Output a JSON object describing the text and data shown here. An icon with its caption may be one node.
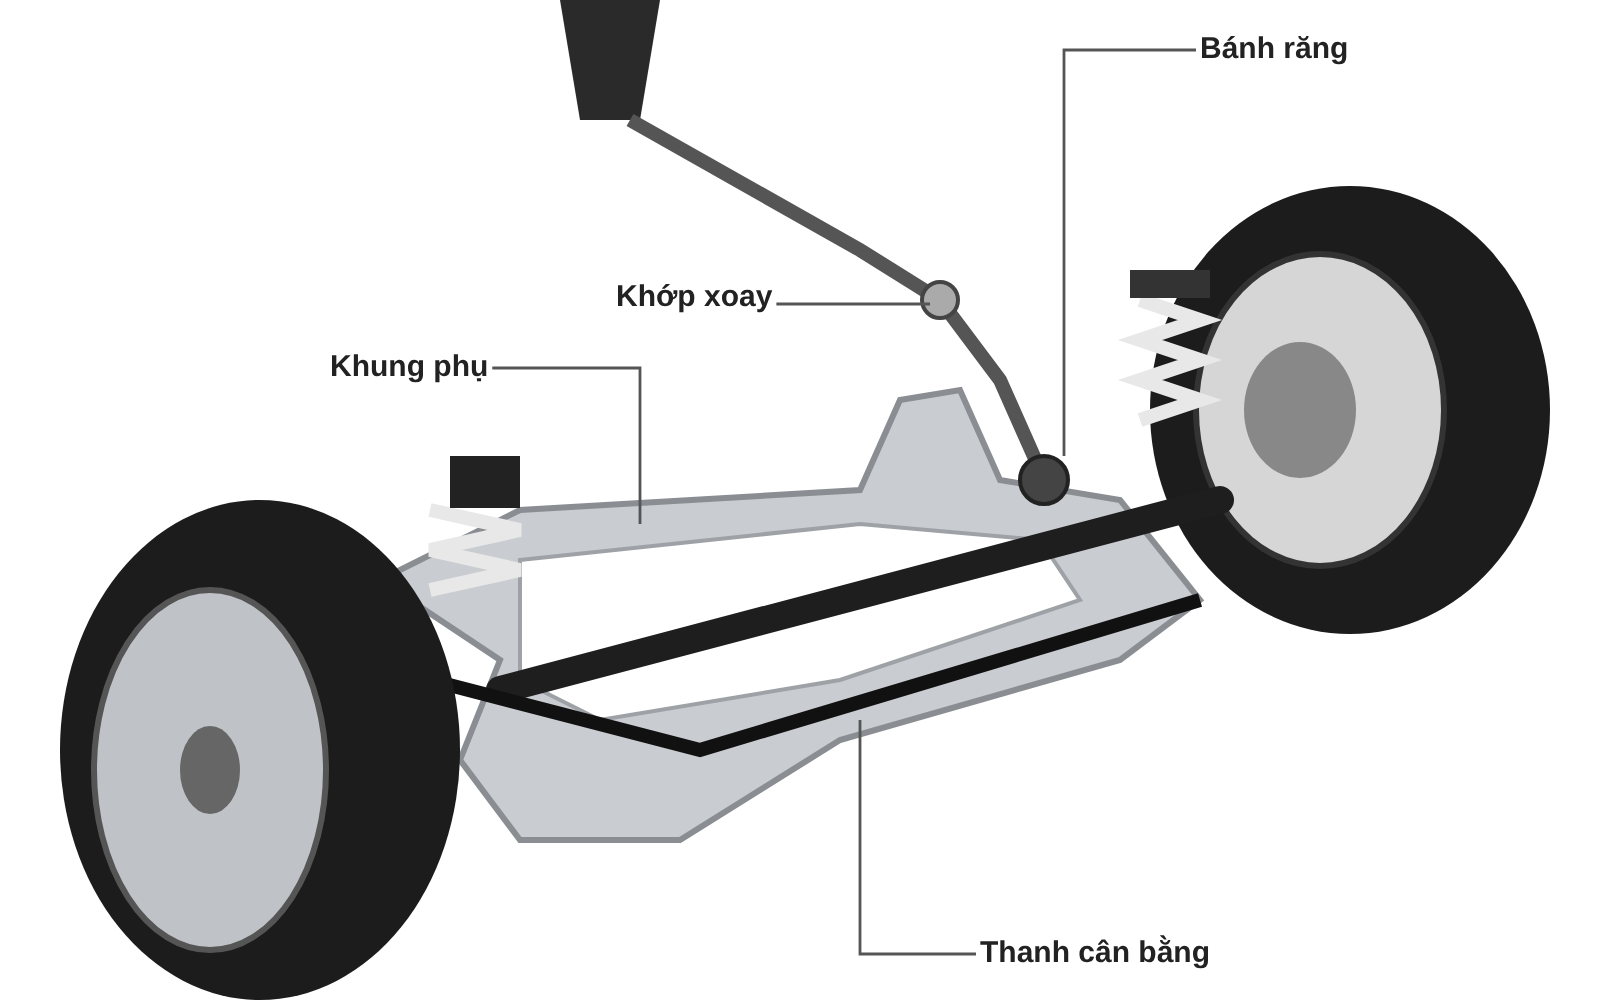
{
  "diagram": {
    "nodes": [
      {
        "text": [
          "Bánh răng"
        ]
      },
      {
        "text": [
          "Khớp xoay"
        ]
      },
      {
        "text": [
          "Khung phụ"
        ]
      },
      {
        "text": [
          "Thanh cân bằng"
        ]
      }
    ],
    "edges": [
      {
        "from": 0,
        "to": null,
        "arrow": "none"
      },
      {
        "from": 1,
        "to": null,
        "arrow": "none"
      },
      {
        "from": 2,
        "to": null,
        "arrow": "none"
      },
      {
        "from": 3,
        "to": null,
        "arrow": "none"
      }
    ]
  }
}
